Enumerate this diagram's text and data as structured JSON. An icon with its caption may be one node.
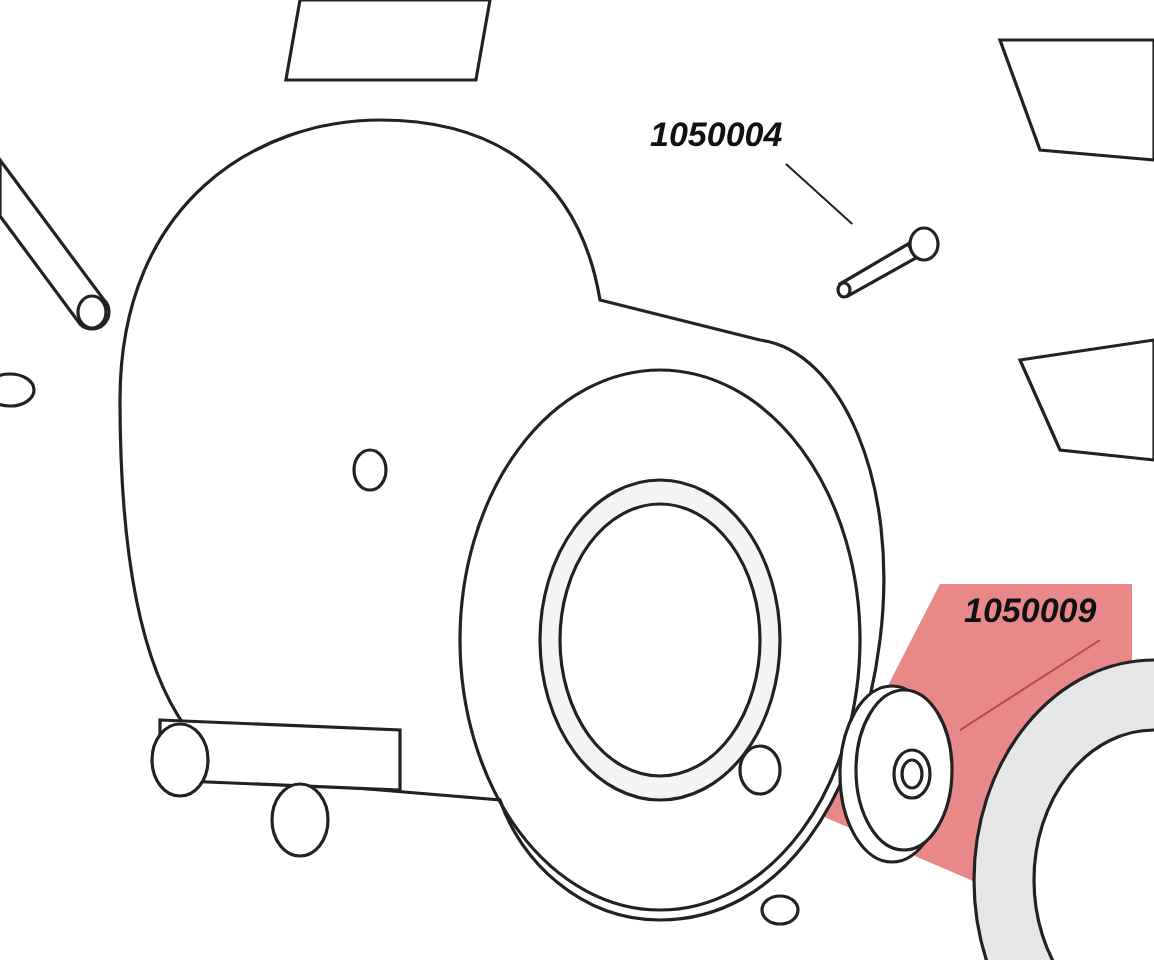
{
  "diagram": {
    "nodes": [
      {
        "text": [
          "1050004"
        ]
      },
      {
        "text": [],
        "shape": "picture"
      },
      {
        "text": [
          "1050009"
        ]
      },
      {
        "text": [],
        "shape": "picture"
      }
    ],
    "edges": [
      {
        "from": 0,
        "to": 1,
        "arrow": "none"
      },
      {
        "from": 2,
        "to": 3,
        "arrow": "none",
        "color": "#b94848"
      }
    ]
  }
}
